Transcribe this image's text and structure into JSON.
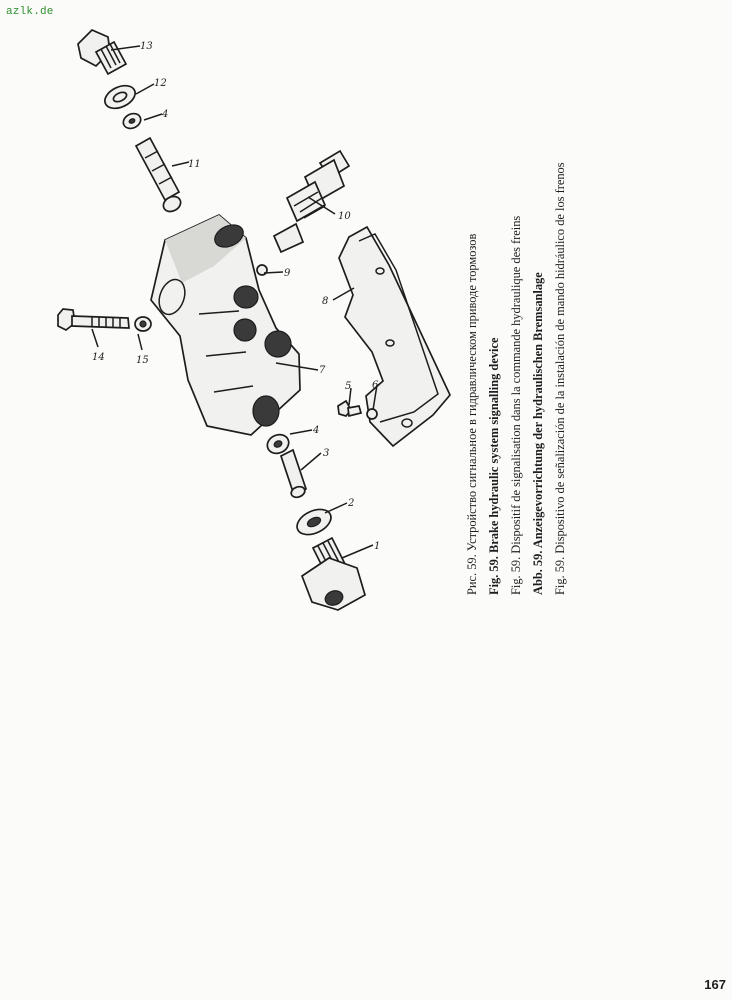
{
  "watermark": "azlk.de",
  "captions": [
    "Рис. 59. Устройство сигнальное в гидравлическом приводе тормозов",
    "Fig. 59. Brake hydraulic system signalling device",
    "Fig. 59. Dispositif de signalisation dans la commande hydraulique des freins",
    "Abb. 59. Anzeigevorrichtung der hydraulischen Bremsanlage",
    "Fig. 59. Dispositivo de señalización de la instalación de mando hidráulico de los frenos"
  ],
  "callouts": {
    "p1": "1",
    "p2": "2",
    "p3": "3",
    "p4a": "4",
    "p4b": "4",
    "p5": "5",
    "p6": "6",
    "p7": "7",
    "p8": "8",
    "p9": "9",
    "p10": "10",
    "p11": "11",
    "p12": "12",
    "p13": "13",
    "p14": "14",
    "p15": "15"
  },
  "page_number": "167"
}
